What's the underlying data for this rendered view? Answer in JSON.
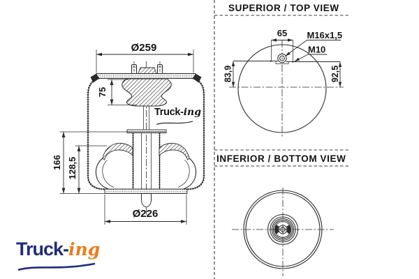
{
  "colors": {
    "line": "#2a2a2a",
    "navy": "#202c7c",
    "orange": "#ec7b1c"
  },
  "side_view": {
    "dim_top_diameter": "Ø259",
    "dim_bumper_height": "75",
    "dim_total_height": "166",
    "dim_lobe_height": "128,5",
    "dim_bottom_diameter": "Ø226"
  },
  "top_view": {
    "title": "SUPERIOR / TOP VIEW",
    "dim_stud_spacing": "65",
    "label_thread_large": "M16x1,5",
    "label_thread_small": "M10",
    "dim_left_offset": "83,9",
    "dim_right_offset": "92,5"
  },
  "bottom_view": {
    "title": "INFERIOR / BOTTOM VIEW"
  },
  "branding": {
    "watermark_part1": "Truck-",
    "watermark_part2": "ing",
    "logo_part1": "Truck-",
    "logo_part2": "ing"
  }
}
